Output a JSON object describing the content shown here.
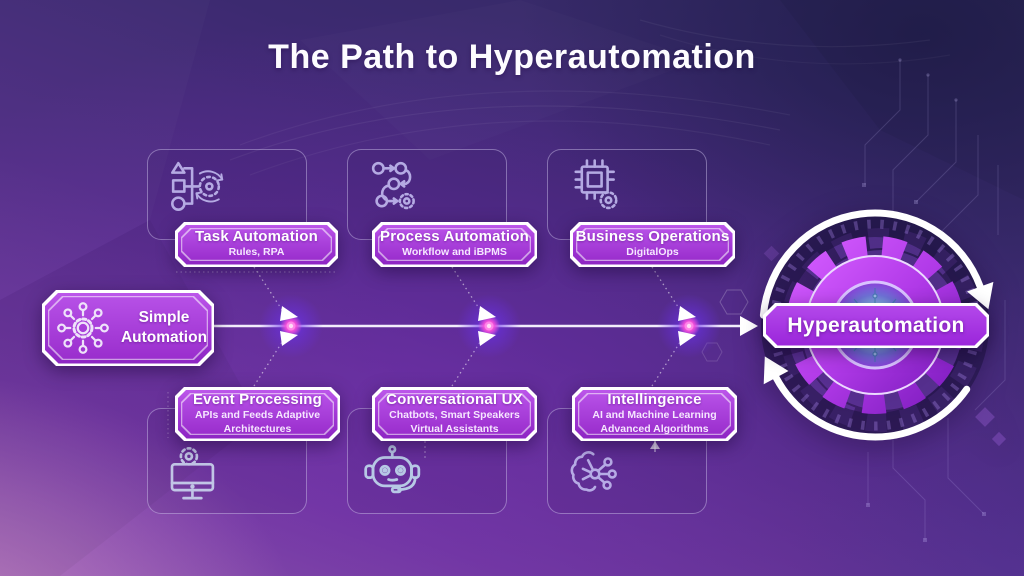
{
  "title": "The Path to Hyperautomation",
  "start": {
    "label": "Simple Automation",
    "icon": "hub-gear-icon"
  },
  "end": {
    "label": "Hyperautomation",
    "icon": "gear-cycle-graphic"
  },
  "stages_top": [
    {
      "title": "Task Automation",
      "subtitle": "Rules, RPA",
      "icon": "shapes-to-gear-icon"
    },
    {
      "title": "Process Automation",
      "subtitle": "Workflow and iBPMS",
      "icon": "workflow-gear-icon"
    },
    {
      "title": "Business Operations",
      "subtitle": "DigitalOps",
      "icon": "chip-gear-icon"
    }
  ],
  "stages_bottom": [
    {
      "title": "Event Processing",
      "subtitle": "APIs and Feeds Adaptive\nArchitectures",
      "icon": "monitor-gear-icon"
    },
    {
      "title": "Conversational UX",
      "subtitle": "Chatbots, Smart Speakers\nVirtual Assistants",
      "icon": "chatbot-icon"
    },
    {
      "title": "Intellingence",
      "subtitle": "AI and Machine Learning\nAdvanced Algorithms",
      "icon": "ai-brain-icon"
    }
  ],
  "colors": {
    "box_fill_top": "#bc57ea",
    "box_fill_bottom": "#8d26c3",
    "box_border": "#ffffff",
    "accent_pink": "#ff4fd8",
    "glow_purple": "#7a3bff",
    "background_deep": "#312a60",
    "background_pink": "#b77cba",
    "line_color": "#f2eefb",
    "icon_stroke": "#beb6ec"
  }
}
